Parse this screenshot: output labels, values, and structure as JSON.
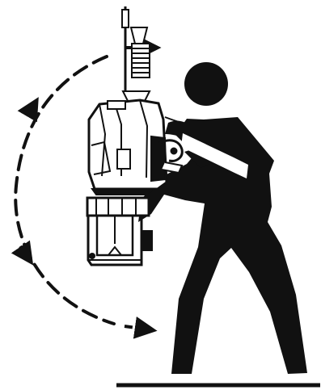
{
  "illustration": {
    "figure_color": "#111111",
    "background_color": "#ffffff",
    "stroke_color": "#111111",
    "icons": {
      "person": "person-pictogram",
      "machine": "suspended-welding-gun",
      "motion": "curved-dashed-rotation-arrow",
      "floor": "floor-line"
    }
  }
}
